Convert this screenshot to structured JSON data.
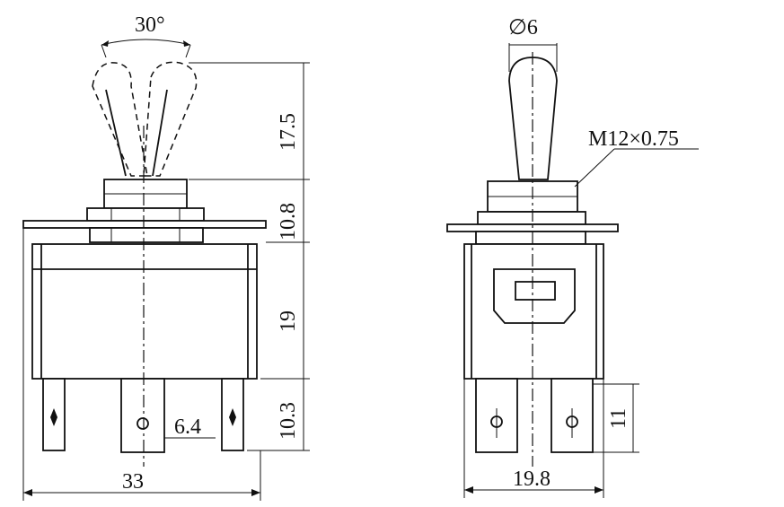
{
  "front_view": {
    "angle_label": "30°",
    "height_lever_label": "17.5",
    "height_bushing_label": "10.8",
    "height_body_label": "19",
    "height_terminal_label": "10.3",
    "terminal_width_label": "6.4",
    "body_width_label": "33"
  },
  "side_view": {
    "lever_diameter_label": "∅6",
    "thread_label": "M12×0.75",
    "body_width_label": "19.8",
    "terminal_height_label": "11"
  }
}
